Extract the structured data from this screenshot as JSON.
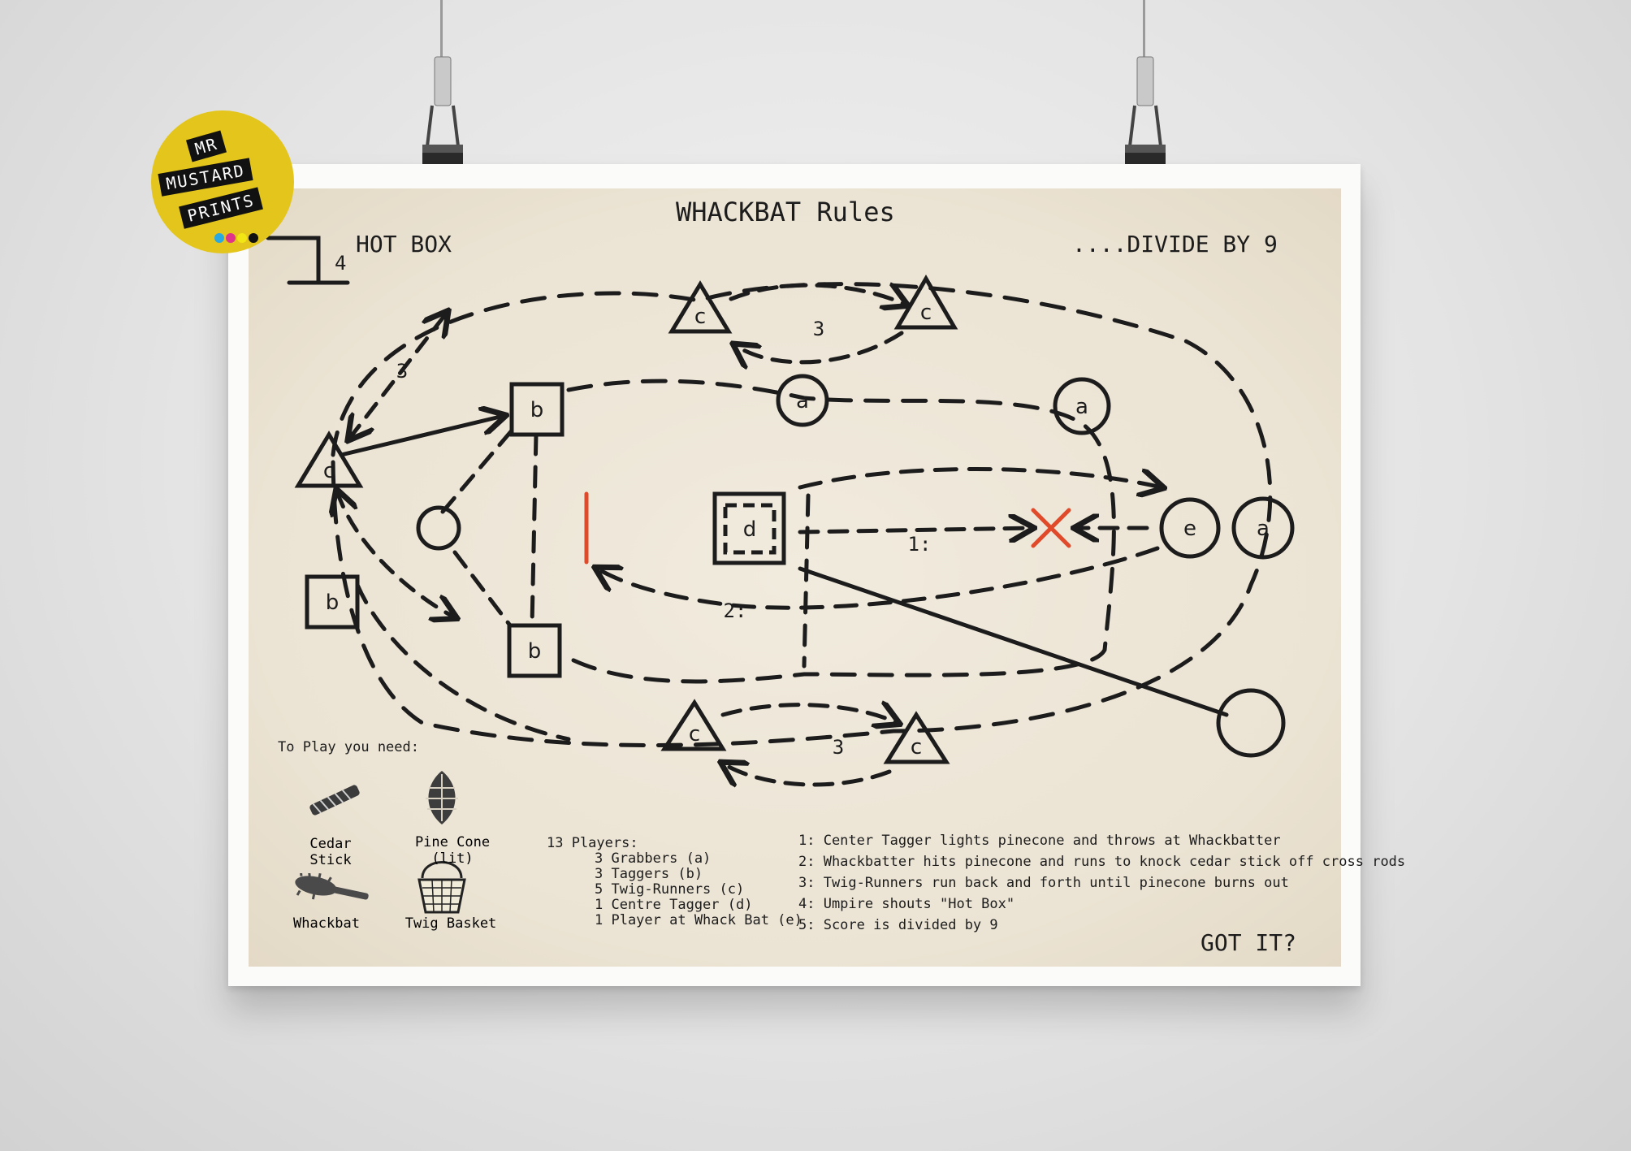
{
  "title": "WHACKBAT Rules",
  "hot_box": {
    "label": "HOT BOX",
    "number": "4"
  },
  "divide_label": "....DIVIDE BY 9",
  "got_it": "GOT IT?",
  "brand": {
    "line1": "MR",
    "line2": "MUSTARD",
    "line3": "PRINTS",
    "color": "#e3c51c"
  },
  "field": {
    "triangles": [
      "c",
      "c",
      "c",
      "c",
      "c"
    ],
    "squares": [
      "b",
      "b",
      "b"
    ],
    "circles": [
      "a",
      "a",
      "a"
    ],
    "center": "d",
    "batter": "e",
    "play_labels": [
      "3",
      "3",
      "3",
      "1:",
      "2:"
    ],
    "accent_color": "#e04a2a"
  },
  "legend": {
    "heading": "To Play you need:",
    "items": [
      "Cedar Stick",
      "Pine Cone (lit)",
      "Whackbat",
      "Twig Basket"
    ]
  },
  "players": {
    "heading": "13 Players:",
    "lines": [
      "3 Grabbers (a)",
      "3 Taggers (b)",
      "5 Twig-Runners (c)",
      "1 Centre Tagger (d)",
      "1 Player at Whack Bat (e)"
    ]
  },
  "rules": [
    "1: Center Tagger lights pinecone and throws at Whackbatter",
    "2: Whackbatter hits pinecone and runs to knock cedar stick off cross rods",
    "3: Twig-Runners run back and forth until pinecone burns out",
    "4: Umpire shouts \"Hot Box\"",
    "5: Score is divided by 9"
  ]
}
